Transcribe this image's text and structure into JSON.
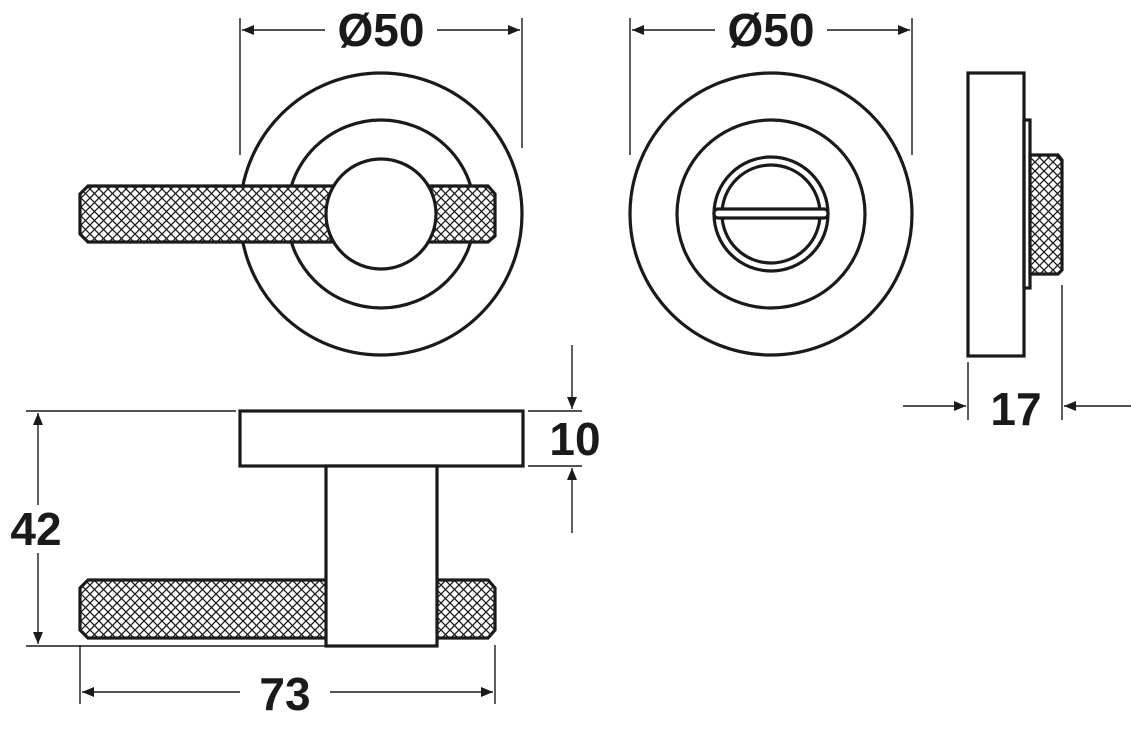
{
  "dimensions": {
    "lever_rose_diameter": "Ø50",
    "turn_rose_diameter": "Ø50",
    "side_depth": "17",
    "rose_thickness": "10",
    "projection": "42",
    "lever_length": "73"
  },
  "colors": {
    "line": "#1a1a1a",
    "background": "#ffffff"
  }
}
